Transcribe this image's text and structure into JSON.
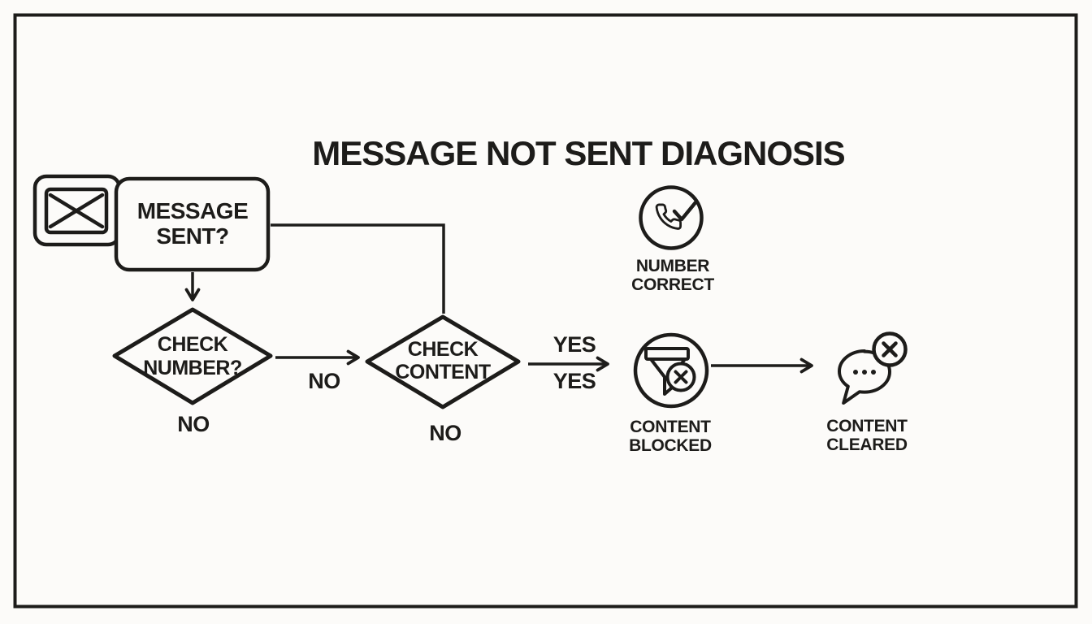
{
  "title": "MESSAGE NOT SENT DIAGNOSIS",
  "colors": {
    "ink": "#1d1c1a",
    "paper": "#fcfbf9"
  },
  "start_node": {
    "line1": "MESSAGE",
    "line2": "SENT?",
    "icon": "envelope-icon"
  },
  "decisions": {
    "check_number": {
      "line1": "CHECK",
      "line2": "NUMBER?"
    },
    "check_content": {
      "line1": "CHECK",
      "line2": "CONTENT"
    }
  },
  "edge_labels": {
    "check_number_down": "NO",
    "check_number_to_check_content": "NO",
    "check_content_down": "NO",
    "yes_above_arrow": "YES",
    "yes_below_arrow": "YES"
  },
  "results": {
    "number_correct": {
      "line1": "NUMBER",
      "line2": "CORRECT",
      "icon": "phone-check-icon"
    },
    "content_blocked": {
      "line1": "CONTENT",
      "line2": "BLOCKED",
      "icon": "filter-blocked-icon"
    },
    "content_cleared": {
      "line1": "CONTENT",
      "line2": "CLEARED",
      "icon": "chat-dismissed-icon"
    }
  }
}
